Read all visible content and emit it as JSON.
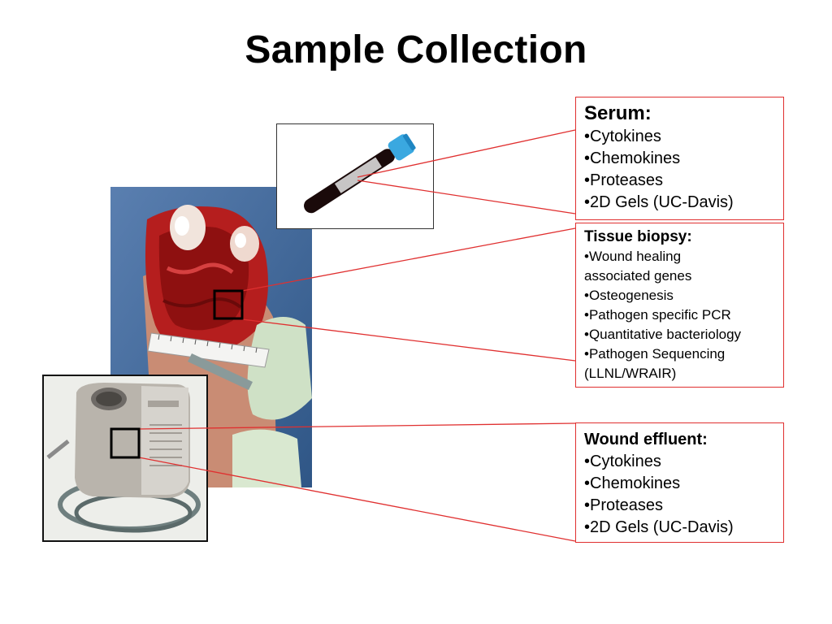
{
  "slide": {
    "title": "Sample Collection"
  },
  "panels": {
    "serum": {
      "heading": "Serum:",
      "items": [
        "•Cytokines",
        "•Chemokines",
        "•Proteases",
        "•2D Gels (UC-Davis)"
      ]
    },
    "tissue": {
      "heading": "Tissue biopsy:",
      "items": [
        "•Wound healing",
        "associated genes",
        "•Osteogenesis",
        "•Pathogen specific PCR",
        "•Quantitative bacteriology",
        "•Pathogen Sequencing",
        "(LLNL/WRAIR)"
      ]
    },
    "effluent": {
      "heading": "Wound effluent:",
      "items": [
        "•Cytokines",
        "•Chemokines",
        "•Proteases",
        "•2D Gels (UC-Davis)"
      ]
    }
  },
  "images": {
    "blood_tube": "blood collection tube with blue cap",
    "wound": "open wound photograph with ruler",
    "device": "wound vacuum canister with tubing"
  },
  "colors": {
    "callout_border": "#e03030",
    "connector_line": "#e03030",
    "marker_box": "#000000"
  }
}
